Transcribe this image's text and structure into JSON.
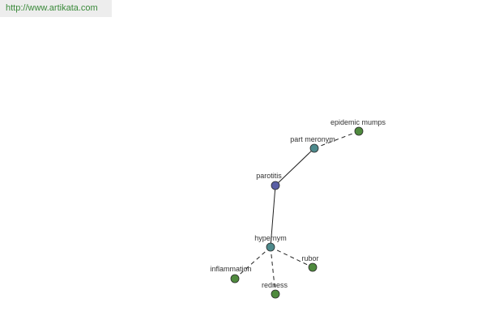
{
  "banner": {
    "url_text": "http://www.artikata.com"
  },
  "graph": {
    "colors": {
      "center": "#5a5fa5",
      "relation": "#4d8a8c",
      "leaf": "#4f8a3e"
    },
    "nodes": [
      {
        "id": "parotitis",
        "label": "parotitis",
        "kind": "center"
      },
      {
        "id": "part-meronym",
        "label": "part meronym",
        "kind": "relation"
      },
      {
        "id": "epidemic-mumps",
        "label": "epidemic mumps",
        "kind": "leaf"
      },
      {
        "id": "hypernym",
        "label": "hypernym",
        "kind": "relation"
      },
      {
        "id": "inflammation",
        "label": "inflammation",
        "kind": "leaf"
      },
      {
        "id": "redness",
        "label": "redness",
        "kind": "leaf"
      },
      {
        "id": "rubor",
        "label": "rubor",
        "kind": "leaf"
      }
    ],
    "edges": [
      {
        "from": "parotitis",
        "to": "part-meronym",
        "style": "solid"
      },
      {
        "from": "part-meronym",
        "to": "epidemic-mumps",
        "style": "dashed"
      },
      {
        "from": "parotitis",
        "to": "hypernym",
        "style": "solid"
      },
      {
        "from": "hypernym",
        "to": "inflammation",
        "style": "dashed"
      },
      {
        "from": "hypernym",
        "to": "redness",
        "style": "dashed"
      },
      {
        "from": "hypernym",
        "to": "rubor",
        "style": "dashed"
      }
    ]
  }
}
